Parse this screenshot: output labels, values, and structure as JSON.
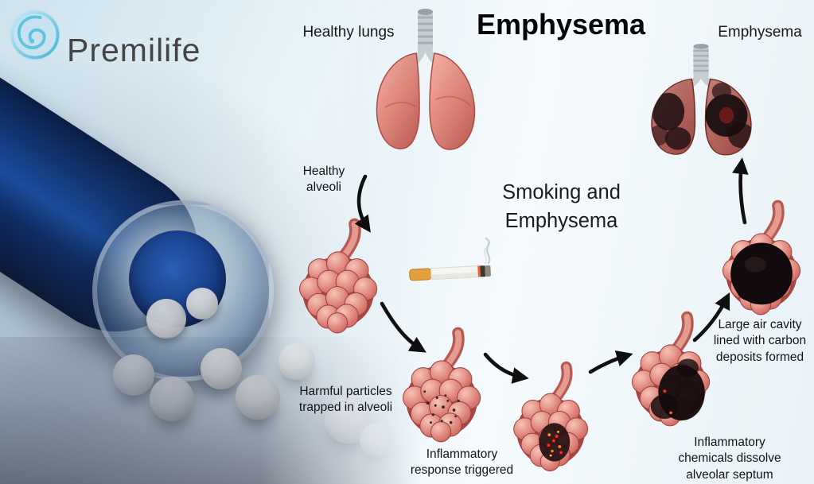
{
  "brand": {
    "name": "Premilife"
  },
  "header": {
    "healthy_lungs_label": "Healthy lungs",
    "title": "Emphysema",
    "emphysema_label": "Emphysema"
  },
  "center_caption": "Smoking and\nEmphysema",
  "stages": [
    {
      "id": "healthy-alveoli",
      "label": "Healthy\nalveoli"
    },
    {
      "id": "harmful-particles",
      "label": "Harmful particles\ntrapped in alveoli"
    },
    {
      "id": "inflammatory-response",
      "label": "Inflammatory\nresponse triggered"
    },
    {
      "id": "inflammatory-chemicals",
      "label": "Inflammatory\nchemicals dissolve\nalveolar septum"
    },
    {
      "id": "large-air-cavity",
      "label": "Large air cavity\nlined with carbon\ndeposits formed"
    }
  ],
  "icons": {
    "logo": "premilife-swirl-icon",
    "cigarette": "cigarette-icon",
    "arrows": "flow-arrow-icon"
  },
  "colors": {
    "logo_accent": "#5fc3e0",
    "lung_pink": "#e08a7e",
    "carbon_black": "#140a0c",
    "arrow_black": "#0f0f0f",
    "tube_navy": "#0d2f66",
    "background_light": "#eef6fa"
  }
}
